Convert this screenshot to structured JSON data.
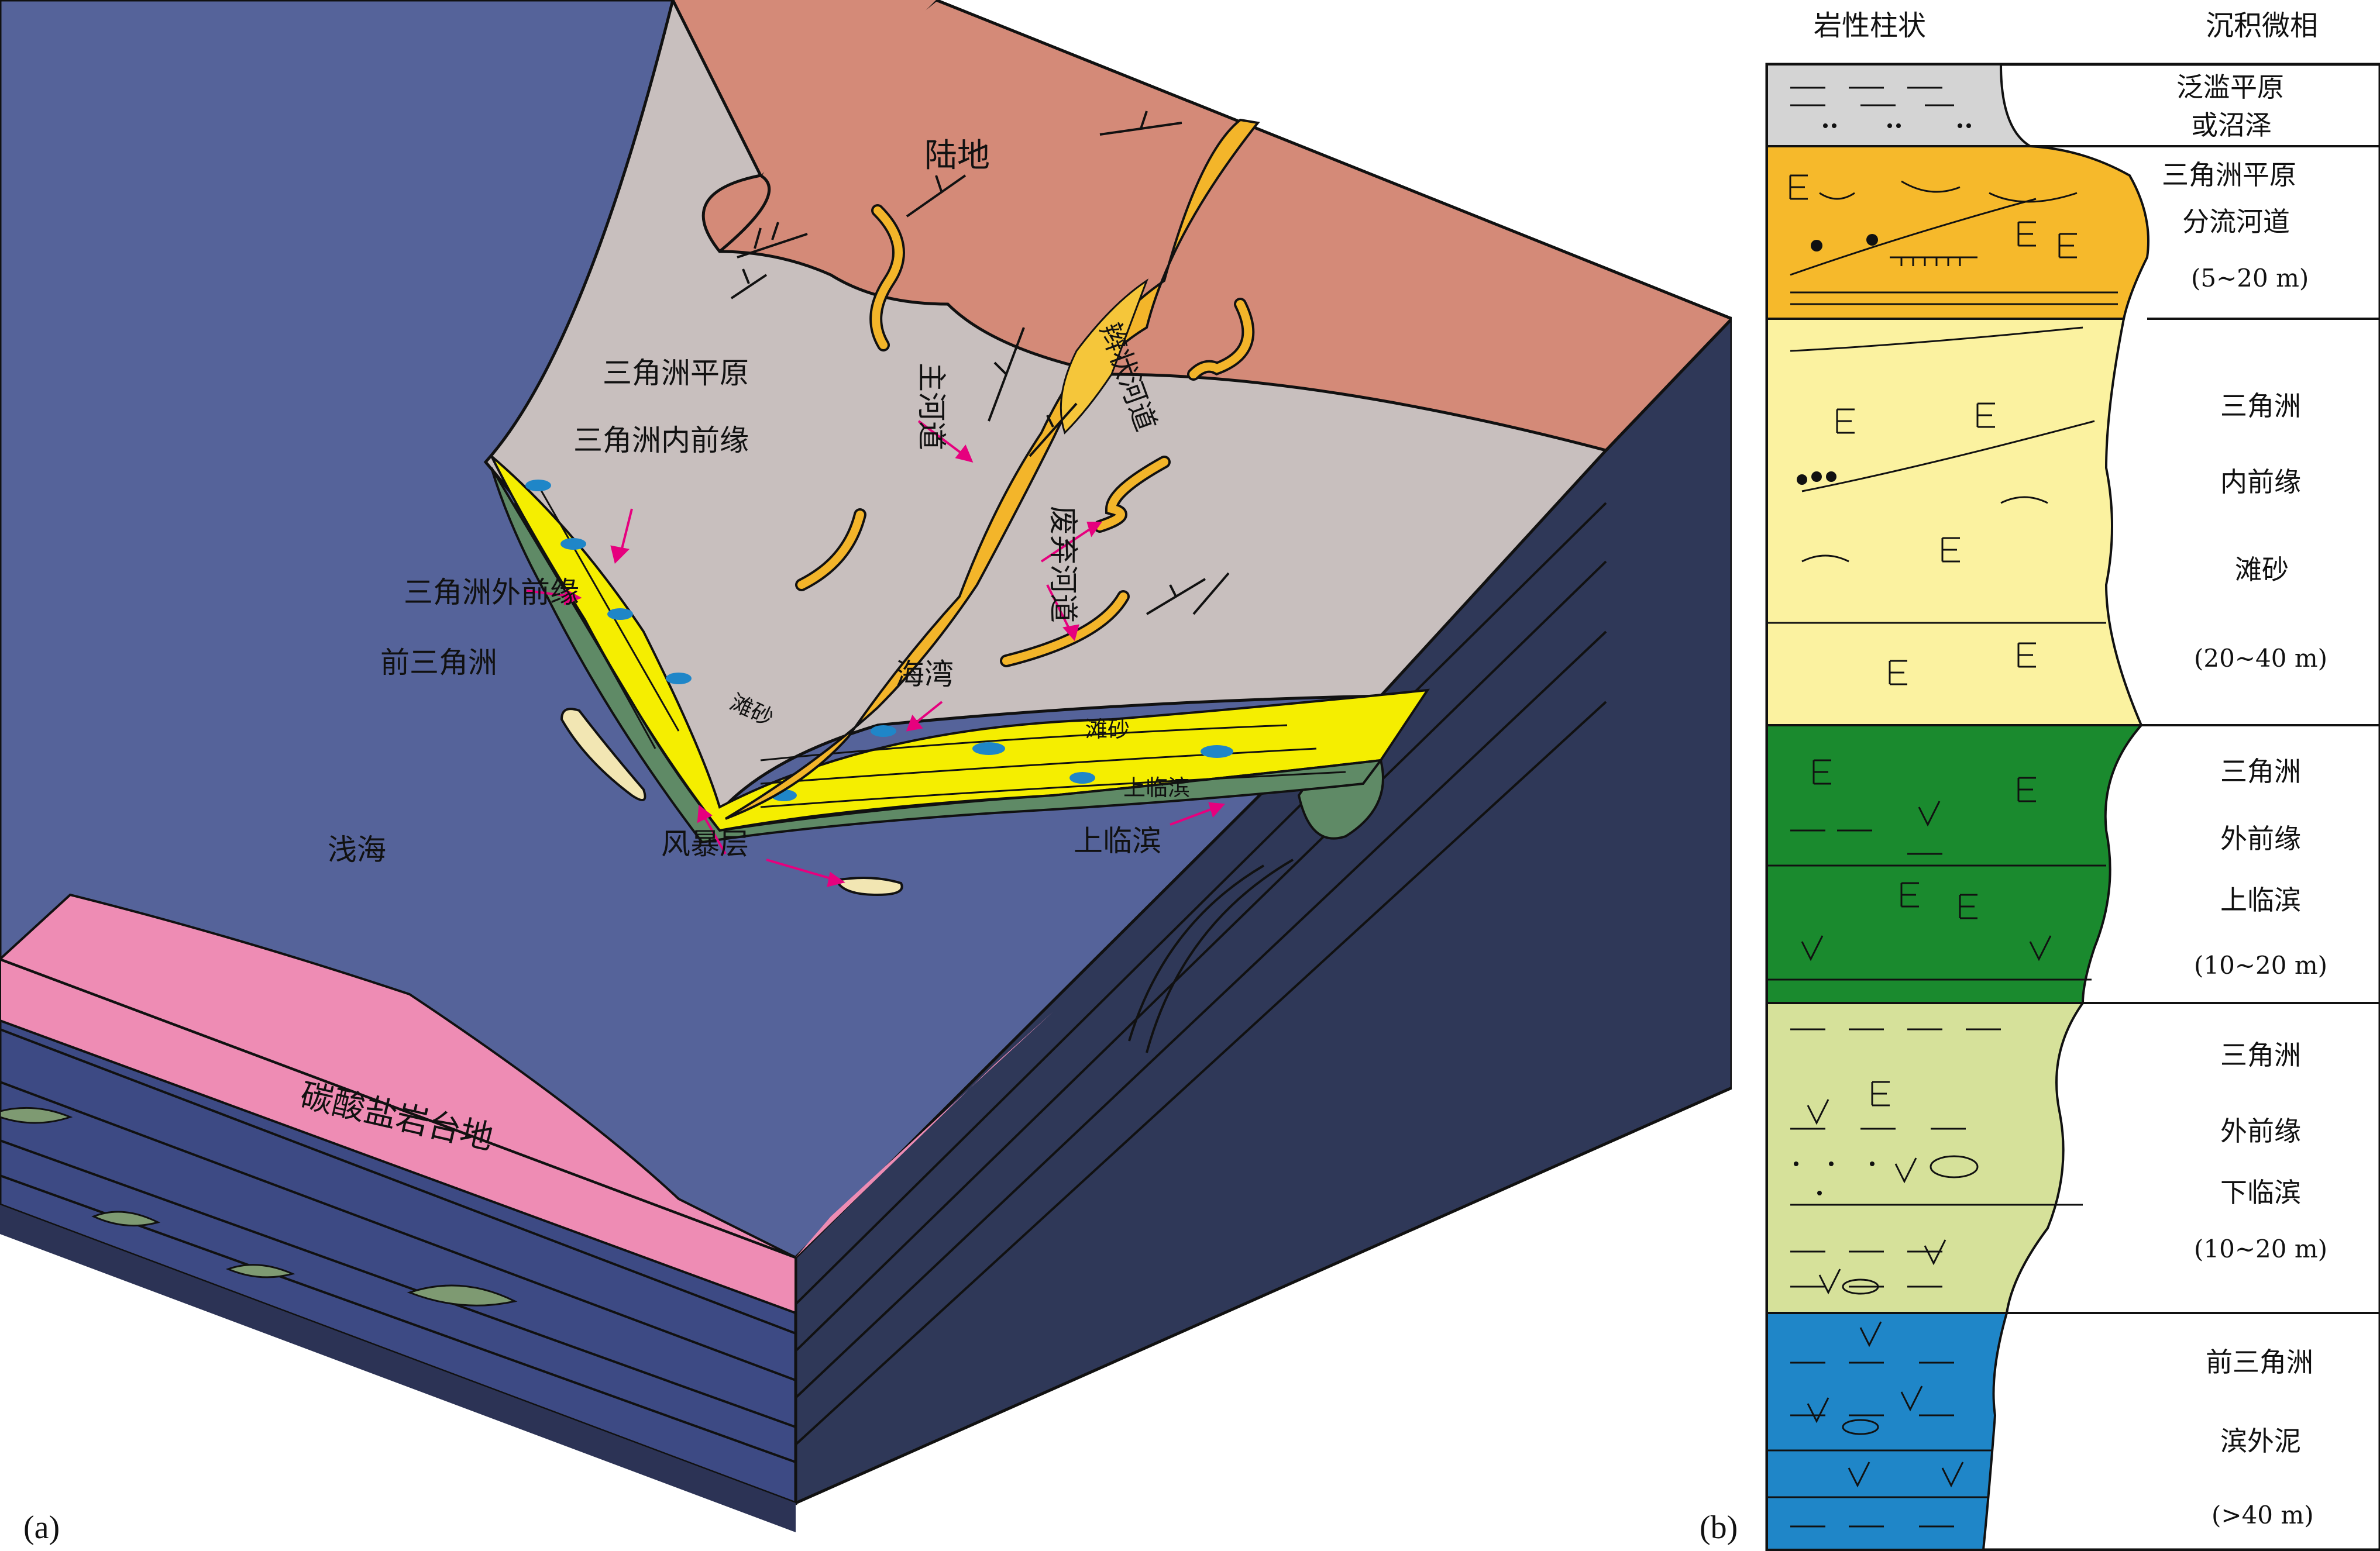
{
  "panel_a": {
    "letter": "(a)",
    "labels": {
      "land": "陆地",
      "delta_plain": "三角洲平原",
      "inner_front": "三角洲内前缘",
      "outer_front": "三角洲外前缘",
      "prodelta": "前三角洲",
      "shallow_sea": "浅海",
      "carbonate_platform": "碳酸盐岩台地",
      "braided_channel": "辫状河道",
      "main_channel": "主河道",
      "abandoned_channel": "废弃河道",
      "bay": "海湾",
      "beach_sand_1": "滩砂",
      "beach_sand_2": "滩砂",
      "upper_shoreface_inner": "上临滨",
      "upper_shoreface": "上临滨",
      "storm_layer": "风暴层"
    },
    "colors": {
      "land": "#d48a78",
      "plain": "#c8bfbe",
      "sea": "#55639a",
      "sea_side": "#3a4368",
      "carbonate": "#ee8cb4",
      "channel": "#f3b52a",
      "sand": "#f5ee00",
      "front_green": "#5f8a66",
      "arrow": "#e6007e"
    }
  },
  "panel_b": {
    "letter": "(b)",
    "header_lithology": "岩性柱状",
    "header_facies": "沉积微相",
    "facies": [
      {
        "lines": [
          "泛滥平原",
          "或沼泽"
        ],
        "thickness": ""
      },
      {
        "lines": [
          "三角洲平原",
          "分流河道"
        ],
        "thickness": "(5~20 m)"
      },
      {
        "lines": [
          "三角洲",
          "内前缘",
          "滩砂"
        ],
        "thickness": "(20~40 m)"
      },
      {
        "lines": [
          "三角洲",
          "外前缘",
          "上临滨"
        ],
        "thickness": "(10~20 m)"
      },
      {
        "lines": [
          "三角洲",
          "外前缘",
          "下临滨"
        ],
        "thickness": "(10~20 m)"
      },
      {
        "lines": [
          "前三角洲",
          "滨外泥"
        ],
        "thickness": "(>40 m)"
      }
    ],
    "colors": {
      "floodplain": "#d4d4d4",
      "channel": "#f6b92b",
      "inner_front": "#fbf2a0",
      "outer_upper": "#1a8a2e",
      "outer_lower": "#d6e19a",
      "prodelta": "#1f86c8"
    }
  }
}
